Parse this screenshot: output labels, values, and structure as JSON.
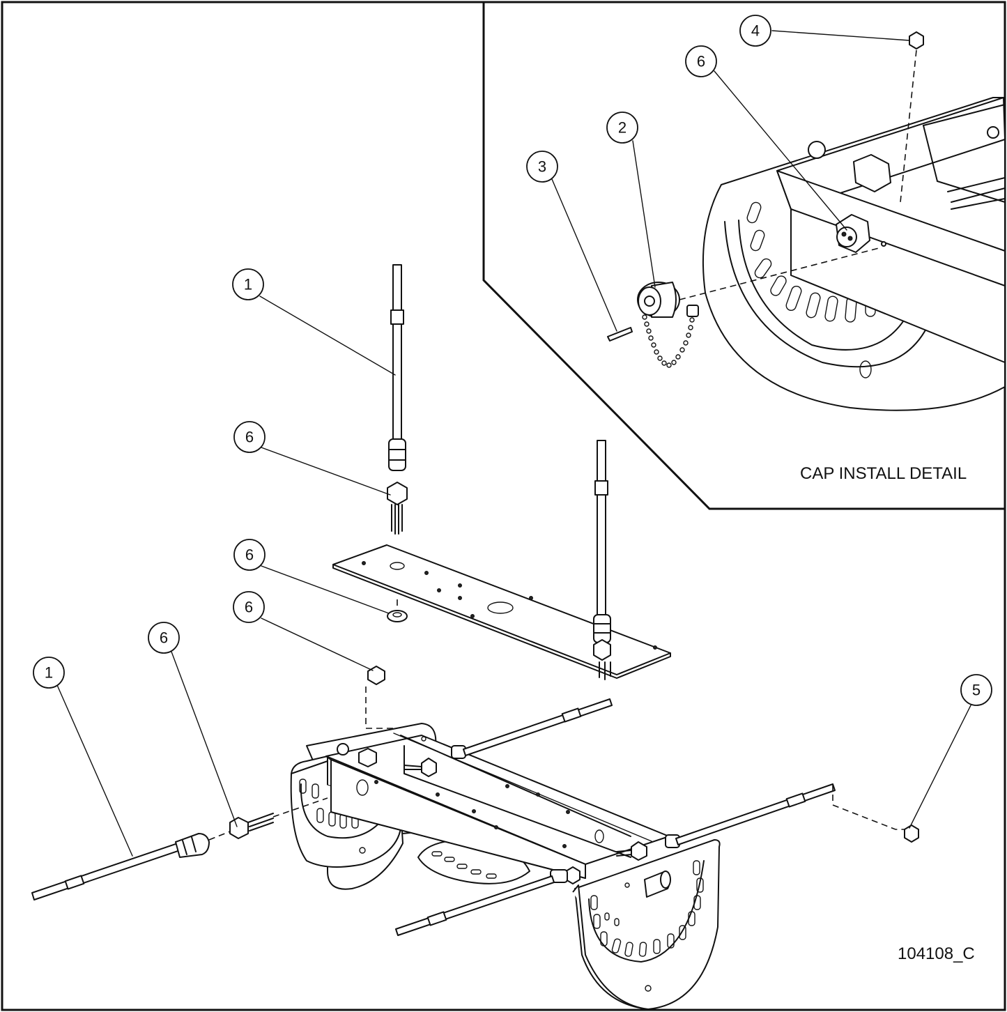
{
  "detail_title": "CAP INSTALL DETAIL",
  "drawing_number": "104108_C",
  "callouts": [
    {
      "id": "callout-1-upper",
      "label": "1"
    },
    {
      "id": "callout-6-antenna-nut",
      "label": "6"
    },
    {
      "id": "callout-6-plate-nut",
      "label": "6"
    },
    {
      "id": "callout-6-frame-nut",
      "label": "6"
    },
    {
      "id": "callout-6-side-nut",
      "label": "6"
    },
    {
      "id": "callout-1-side",
      "label": "1"
    },
    {
      "id": "callout-5",
      "label": "5"
    },
    {
      "id": "callout-4-detail",
      "label": "4"
    },
    {
      "id": "callout-6-detail",
      "label": "6"
    },
    {
      "id": "callout-2-detail",
      "label": "2"
    },
    {
      "id": "callout-3-detail",
      "label": "3"
    }
  ]
}
